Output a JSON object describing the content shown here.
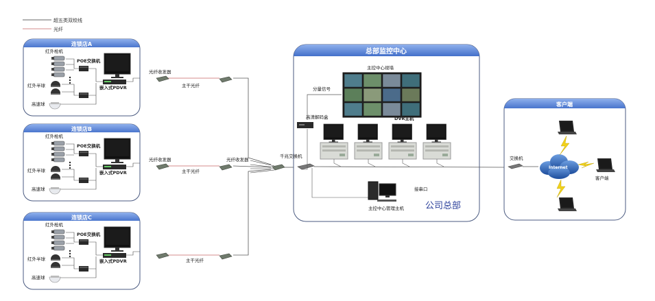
{
  "legend": {
    "cat5e": "超五类双绞线",
    "fiber": "光纤"
  },
  "stores": [
    {
      "title": "连锁店A",
      "ir_gun": "红外枪机",
      "ir_dome": "红外半球",
      "speed_dome": "高速球",
      "poe": "POE交换机",
      "pdvr": "嵌入式PDVR"
    },
    {
      "title": "连锁店B",
      "ir_gun": "红外枪机",
      "ir_dome": "红外半球",
      "speed_dome": "高速球",
      "poe": "POE交换机",
      "pdvr": "嵌入式PDVR"
    },
    {
      "title": "连锁店C",
      "ir_gun": "红外枪机",
      "ir_dome": "红外半球",
      "speed_dome": "高速球",
      "poe": "POE交换机",
      "pdvr": "嵌入式PDVR"
    }
  ],
  "links": {
    "transceiver": "光纤收发器",
    "trunk": "主干光纤",
    "transceiver_mid": "光纤收发器"
  },
  "hq": {
    "title": "总部监控中心",
    "video_wall": "主控中心视墙",
    "split_signal": "分量信号",
    "decoder": "高清解码盒",
    "dvr": "DVR主机",
    "gigabit_switch": "千兆交换机",
    "serial": "接串口",
    "mgmt_host": "主控中心管理主机",
    "company": "公司总部"
  },
  "client": {
    "title": "客户端",
    "switch": "交换机",
    "internet": "Internet",
    "client_label": "客户端"
  },
  "colors": {
    "panel_header": "#5b7fc7",
    "panel_border": "#4a5a80",
    "fiber_line": "#c86464",
    "net_line": "#555555",
    "cloud": "#2d5fa8",
    "company_text": "#2a3f9a"
  }
}
